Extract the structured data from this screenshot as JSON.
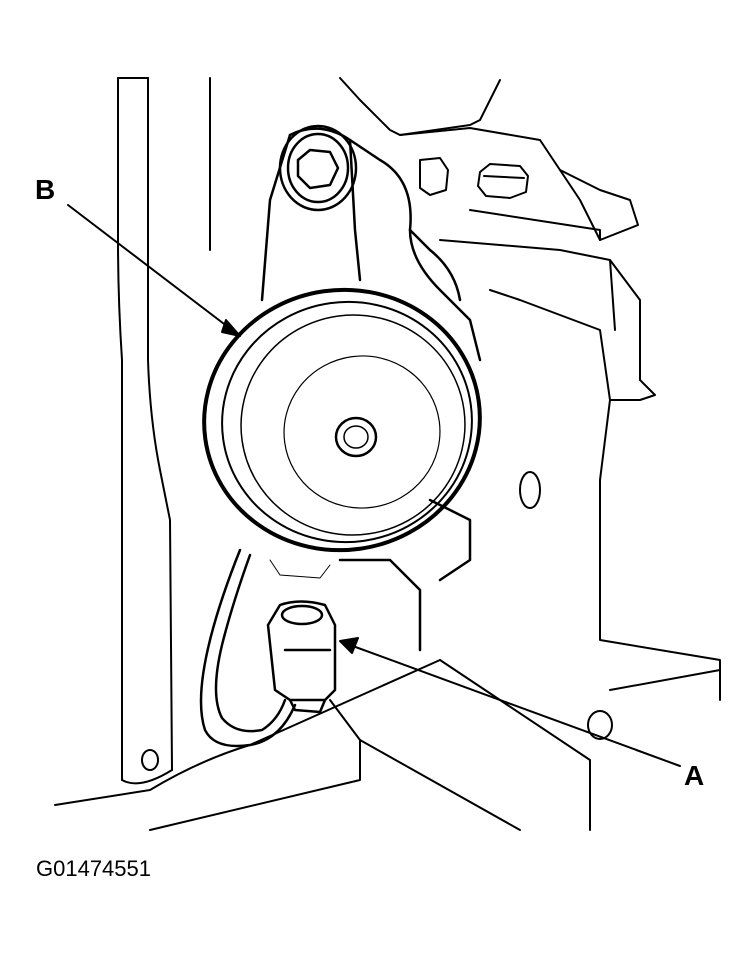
{
  "callouts": {
    "a": "A",
    "b": "B"
  },
  "figure_id": "G01474551",
  "colors": {
    "line": "#000000",
    "background": "#ffffff"
  },
  "parts": {
    "horn": "horn",
    "connector": "connector"
  }
}
